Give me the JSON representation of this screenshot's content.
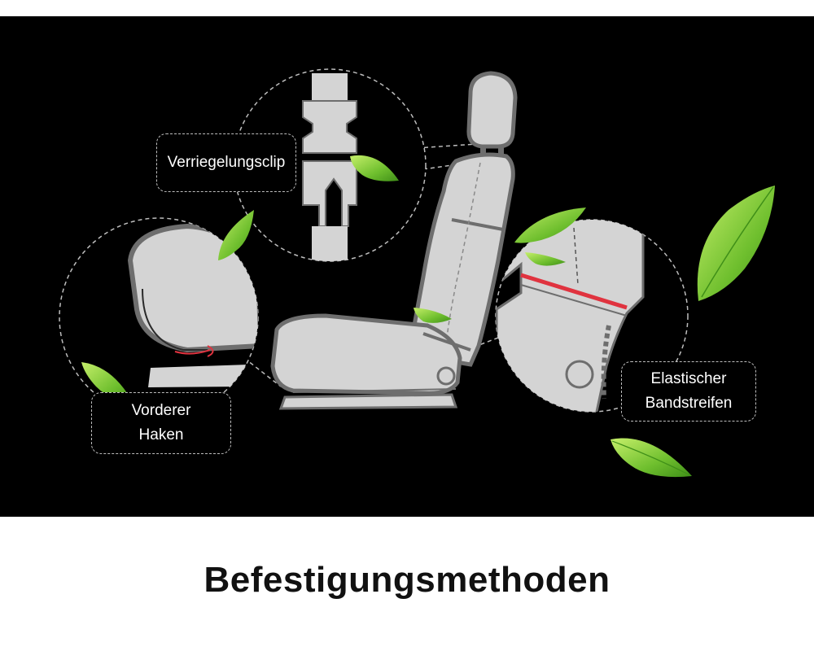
{
  "callouts": {
    "locking_clip": "Verriegelungsclip",
    "front_hook_line1": "Vorderer",
    "front_hook_line2": "Haken",
    "elastic_strap_line1": "Elastischer",
    "elastic_strap_line2": "Bandstreifen"
  },
  "title": "Befestigungsmethoden",
  "colors": {
    "background": "#000000",
    "seat_fill": "#d4d4d4",
    "seat_outline": "#6e6e6e",
    "strap_highlight": "#e0333f",
    "leaf_green": "#7cc83a",
    "dashed_line": "#bdbdbd"
  }
}
